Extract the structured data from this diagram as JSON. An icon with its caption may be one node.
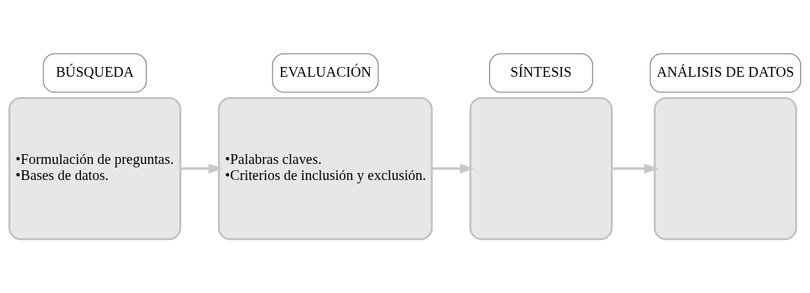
{
  "diagram": {
    "nodes": [
      {
        "text": [
          "•Formulación de preguntas.",
          "•Bases de datos."
        ]
      },
      {
        "text": [
          "BÚSQUEDA"
        ]
      },
      {
        "text": [
          "•Palabras claves.",
          "•Criterios de inclusión y exclusión."
        ]
      },
      {
        "text": [
          "EVALUACIÓN"
        ]
      },
      {
        "text": [],
        "shape": "box"
      },
      {
        "text": [
          "SÍNTESIS"
        ]
      },
      {
        "text": [],
        "shape": "box"
      },
      {
        "text": [
          "ANÁLISIS DE DATOS"
        ]
      }
    ],
    "edges": [
      {
        "from": 0,
        "to": 2,
        "arrow": "to"
      },
      {
        "from": 2,
        "to": 4,
        "arrow": "to"
      },
      {
        "from": 4,
        "to": 6,
        "arrow": "to"
      }
    ]
  }
}
